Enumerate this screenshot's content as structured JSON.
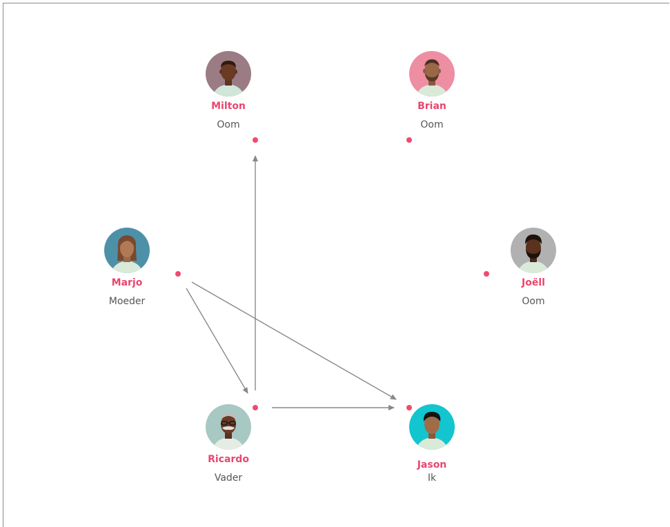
{
  "colors": {
    "accent": "#e8466f",
    "port": "#ef4a70",
    "edge": "#888888",
    "role_text": "#555555"
  },
  "people": {
    "milton": {
      "name": "Milton",
      "role": "Oom",
      "avatar_bg": "#9b7b84",
      "avatar_icon": "bald-man-avatar-icon"
    },
    "brian": {
      "name": "Brian",
      "role": "Oom",
      "avatar_bg": "#ee8ea2",
      "avatar_icon": "bearded-man-avatar-icon"
    },
    "marjo": {
      "name": "Marjo",
      "role": "Moeder",
      "avatar_bg": "#4d91a9",
      "avatar_icon": "woman-avatar-icon"
    },
    "joell": {
      "name": "Joëll",
      "role": "Oom",
      "avatar_bg": "#b1b1b1",
      "avatar_icon": "bearded-man-avatar-icon"
    },
    "ricardo": {
      "name": "Ricardo",
      "role": "Vader",
      "avatar_bg": "#a7c8c3",
      "avatar_icon": "glasses-man-avatar-icon"
    },
    "jason": {
      "name": "Jason",
      "role": "Ik",
      "avatar_bg": "#12c5cf",
      "avatar_icon": "young-man-avatar-icon"
    }
  },
  "edges": [
    {
      "from": "marjo",
      "to": "ricardo"
    },
    {
      "from": "marjo",
      "to": "jason"
    },
    {
      "from": "ricardo",
      "to": "jason"
    },
    {
      "from": "ricardo",
      "to": "milton"
    }
  ]
}
